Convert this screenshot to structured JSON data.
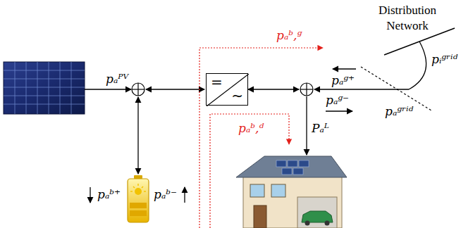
{
  "diagram": {
    "nodes": [
      {
        "text": [
          "=",
          "~"
        ]
      }
    ],
    "labels": [
      "Distribution Network",
      "pₐᵇ,ᵍ",
      "pᵢᵍʳⁱᵈ",
      "pₐᴾⱽ",
      "pₐᵍ⁺",
      "pₐᵍ⁻",
      "pₐᵍʳⁱᵈ",
      "pₐᵇ,ᵈ",
      "Pₐᴸ",
      "pₐᵇ⁺",
      "pₐᵇ⁻"
    ]
  }
}
